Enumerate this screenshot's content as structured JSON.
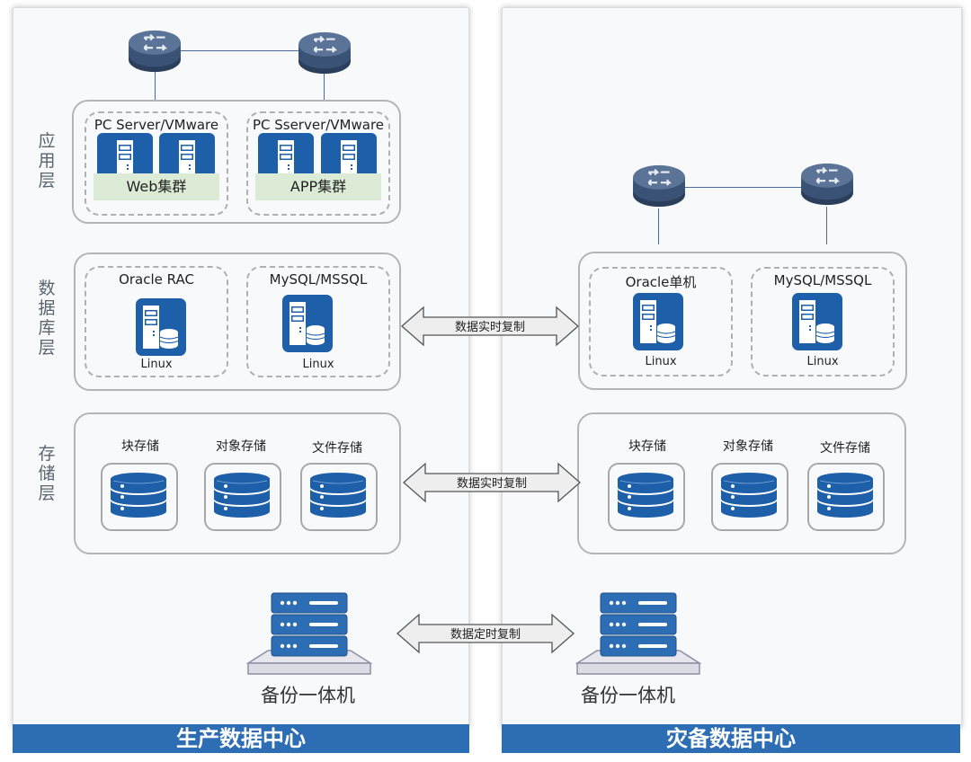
{
  "left_center": {
    "footer": "生产数据中心",
    "layers": {
      "app": "应用层",
      "db": "数据库层",
      "storage": "存储层"
    },
    "app_groups": [
      {
        "title": "PC Server/VMware",
        "cluster": "Web集群"
      },
      {
        "title": "PC Sserver/VMware",
        "cluster": "APP集群"
      }
    ],
    "db_groups": [
      {
        "title": "Oracle RAC",
        "os": "Linux"
      },
      {
        "title": "MySQL/MSSQL",
        "os": "Linux"
      }
    ],
    "storage": [
      "块存储",
      "对象存储",
      "文件存储"
    ],
    "backup": "备份一体机"
  },
  "right_center": {
    "footer": "灾备数据中心",
    "db_groups": [
      {
        "title": "Oracle单机",
        "os": "Linux"
      },
      {
        "title": "MySQL/MSSQL",
        "os": "Linux"
      }
    ],
    "storage": [
      "块存储",
      "对象存储",
      "文件存储"
    ],
    "backup": "备份一体机"
  },
  "replication": {
    "db": "数据实时复制",
    "storage": "数据实时复制",
    "backup": "数据定时复制"
  },
  "colors": {
    "brand_blue": "#2d6db3",
    "icon_blue": "#1d5fa8",
    "cluster_green": "#dcebd6"
  }
}
